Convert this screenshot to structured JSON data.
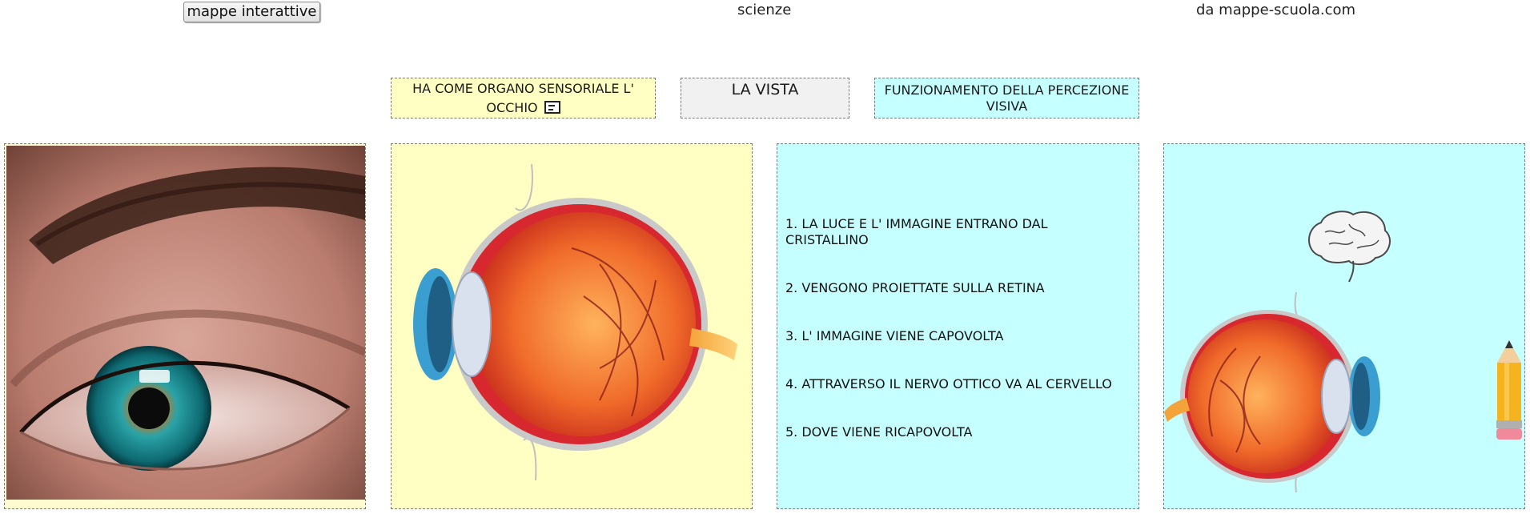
{
  "topbar": {
    "button_label": "mappe interattive",
    "subject": "scienze",
    "source": "da mappe-scuola.com"
  },
  "headers": {
    "left": "HA COME ORGANO SENSORIALE L' OCCHIO",
    "center": "LA VISTA",
    "right": "FUNZIONAMENTO DELLA PERCEZIONE VISIVA"
  },
  "icons": {
    "note": "note-icon",
    "brain": "brain-icon",
    "pencil": "pencil-icon"
  },
  "steps": [
    "1. LA LUCE E L' IMMAGINE ENTRANO DAL CRISTALLINO",
    "2. VENGONO PROIETTATE SULLA RETINA",
    "3. L' IMMAGINE VIENE CAPOVOLTA",
    "4. ATTRAVERSO IL NERVO OTTICO VA AL CERVELLO",
    "5. DOVE VIENE RICAPOVOLTA"
  ],
  "colors": {
    "yellow_box": "#ffffc4",
    "cyan_box": "#c5ffff",
    "gray_box": "#f1f1f1"
  }
}
